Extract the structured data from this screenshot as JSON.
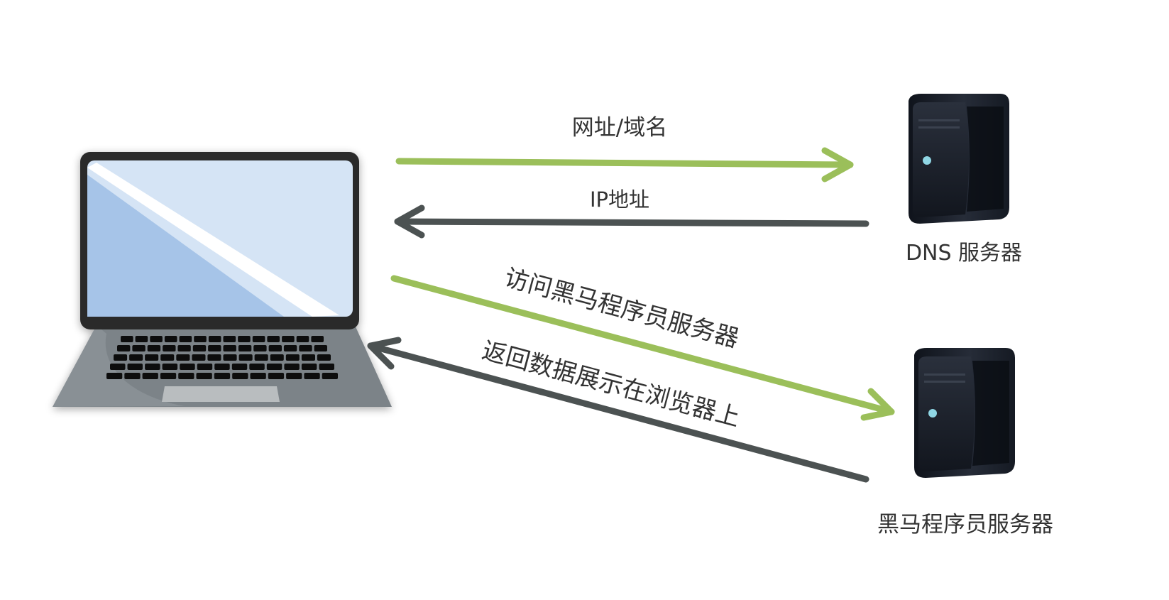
{
  "colors": {
    "forward_arrow": "#9bbf5a",
    "return_arrow": "#4c5252",
    "laptop_frame": "#2b2b2b",
    "laptop_screen": "#d5e4f5",
    "laptop_screen_shade": "#a6c4e8",
    "laptop_base": "#7c8388",
    "server_body": "#1d222d",
    "server_led": "#8fd6e4",
    "label_text": "#333333"
  },
  "nodes": {
    "client": {
      "name": "",
      "icon": "laptop-icon"
    },
    "dns_server": {
      "name": "DNS 服务器",
      "icon": "server-tower-icon"
    },
    "web_server": {
      "name": "黑马程序员服务器",
      "icon": "server-tower-icon"
    }
  },
  "flows": [
    {
      "from": "client",
      "to": "dns_server",
      "label": "网址/域名"
    },
    {
      "from": "dns_server",
      "to": "client",
      "label": "IP地址"
    },
    {
      "from": "client",
      "to": "web_server",
      "label": "访问黑马程序员服务器"
    },
    {
      "from": "web_server",
      "to": "client",
      "label": "返回数据展示在浏览器上"
    }
  ]
}
